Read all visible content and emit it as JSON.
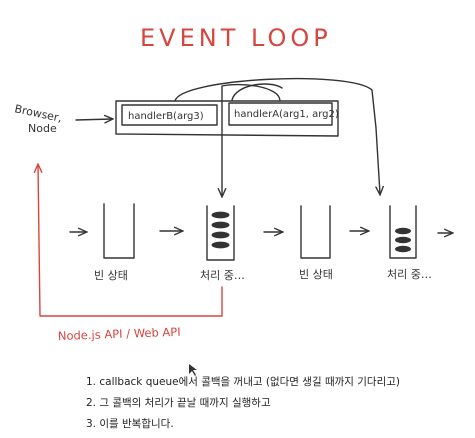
{
  "diagram": {
    "title": "EVENT LOOP",
    "source_label_line1": "Browser,",
    "source_label_line2": "Node",
    "queue_items": [
      "handlerB(arg3)",
      "handlerA(arg1, arg2)"
    ],
    "stack_states": [
      {
        "label": "빈 상태"
      },
      {
        "label": "처리 중…"
      },
      {
        "label": "빈 상태"
      },
      {
        "label": "처리 중…"
      }
    ],
    "api_label": "Node.js API / Web API",
    "colors": {
      "accent_red": "#d8453f",
      "ink": "#333333"
    }
  },
  "steps": [
    "1. callback queue에서 콜백을 꺼내고 (없다면 생길 때까지 기다리고)",
    "2. 그 콜백의 처리가 끝날 때까지 실행하고",
    "3. 이를 반복합니다."
  ]
}
